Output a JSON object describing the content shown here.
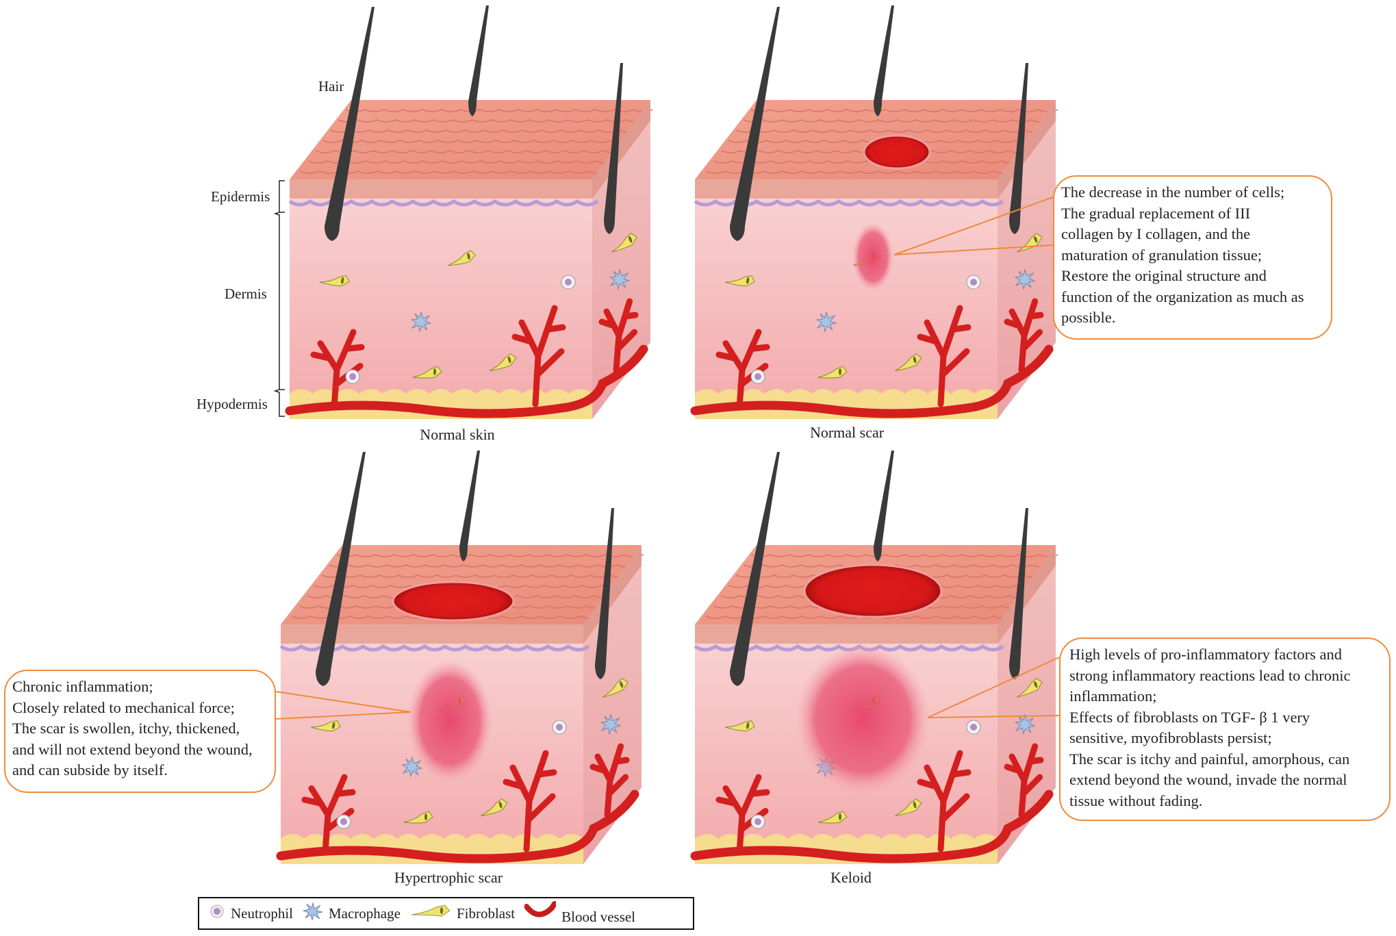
{
  "labels": {
    "hair": "Hair",
    "epidermis": "Epidermis",
    "dermis": "Dermis",
    "hypodermis": "Hypodermis"
  },
  "panels": [
    {
      "title": "Normal skin",
      "scar": "none"
    },
    {
      "title": "Normal scar",
      "scar": "small"
    },
    {
      "title": "Hypertrophic scar",
      "scar": "medium"
    },
    {
      "title": "Keloid",
      "scar": "large"
    }
  ],
  "callouts": {
    "normal_scar": [
      "The decrease in the number of cells;",
      " The gradual replacement of III",
      "collagen by I collagen, and the",
      "maturation of granulation tissue;",
      "Restore the original structure and",
      "function of the organization as much as",
      "possible."
    ],
    "hypertrophic_scar": [
      "Chronic inflammation;",
      "Closely related to mechanical force;",
      "The scar is swollen, itchy, thickened,",
      "and will not extend beyond the wound,",
      "and can subside by itself."
    ],
    "keloid": [
      "High levels of pro-inflammatory factors and",
      "strong inflammatory reactions lead to chronic",
      "inflammation;",
      "Effects of fibroblasts on TGF- β 1 very",
      "sensitive, myofibroblasts persist;",
      "The scar is itchy and painful, amorphous, can",
      "extend beyond the wound, invade the normal",
      "tissue without fading."
    ]
  },
  "legend": [
    {
      "icon": "neutrophil-icon",
      "label": "Neutrophil"
    },
    {
      "icon": "macrophage-icon",
      "label": "Macrophage"
    },
    {
      "icon": "fibroblast-icon",
      "label": "Fibroblast"
    },
    {
      "icon": "blood-vessel-icon",
      "label": "Blood vessel"
    }
  ],
  "colors": {
    "callout_border": "#ee8a3c",
    "epidermis": "#e9a79b",
    "dermis": "#f7c6c6",
    "hypodermis": "#f6dc8e",
    "vessel": "#d41f1f",
    "scar": "#e02222"
  }
}
